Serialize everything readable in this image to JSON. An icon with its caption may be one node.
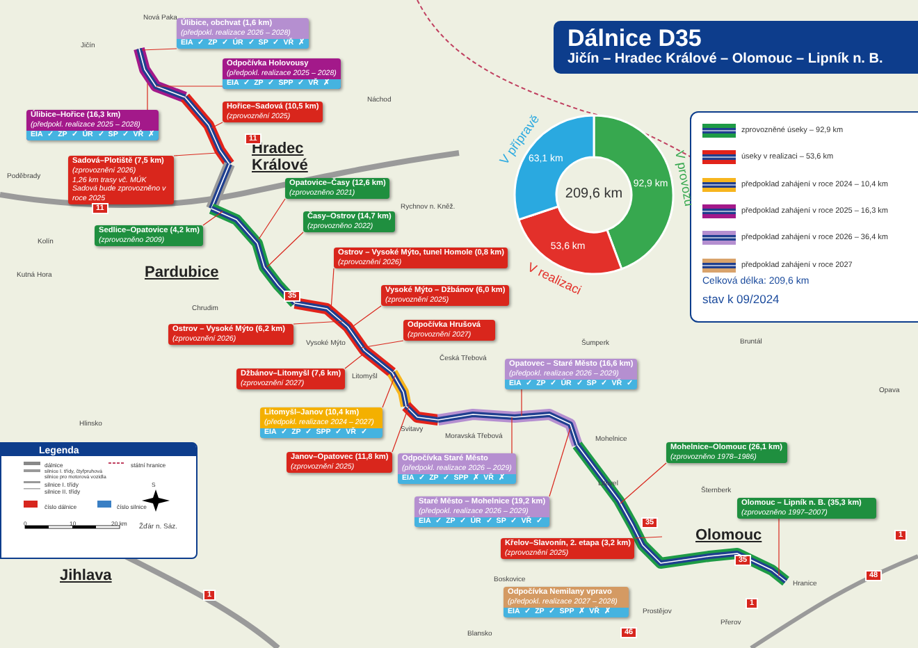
{
  "diagram": {
    "title": "Dálnice D35",
    "nodes": [
      {
        "text": [
          "Úlibice, obchvat (1,6 km)",
          "(předpokl. realizace 2026 – 2028)",
          "EIA ✓ ZP ✓ ÚR ✓ SP ✓ VŘ ✗"
        ]
      },
      {
        "text": [
          "Odpočívka Holovousy",
          "(předpokl. realizace 2025 – 2028)",
          "EIA ✓ ZP ✓ SPP ✓ VŘ ✗"
        ]
      },
      {
        "text": [
          "Hořice–Sadová (10,5 km)",
          "(zprovoznění 2025)"
        ]
      },
      {
        "text": [
          "Úlibice–Hořice (16,3 km)",
          "(předpokl. realizace 2025 – 2028)",
          "EIA ✓ ZP ✓ ÚR ✓ SP ✓ VŘ ✗"
        ]
      },
      {
        "text": [
          "Sadová–Plotiště (7,5 km)",
          "(zprovoznění 2026)",
          "1,26 km trasy vč. MÚK Sadová bude zprovozněno v roce 2025"
        ]
      },
      {
        "text": [
          "Opatovice–Časy (12,6 km)",
          "(zprovozněno 2021)"
        ]
      },
      {
        "text": [
          "Časy–Ostrov (14,7 km)",
          "(zprovozněno 2022)"
        ]
      },
      {
        "text": [
          "Sedlice–Opatovice (4,2 km)",
          "(zprovozněno 2009)"
        ]
      },
      {
        "text": [
          "Ostrov – Vysoké Mýto, tunel Homole (0,8 km)",
          "(zprovoznění 2026)"
        ]
      },
      {
        "text": [
          "Vysoké Mýto – Džbánov (6,0 km)",
          "(zprovoznění 2025)"
        ]
      },
      {
        "text": [
          "Odpočívka Hrušová",
          "(zprovoznění 2027)"
        ]
      },
      {
        "text": [
          "Ostrov – Vysoké Mýto (6,2 km)",
          "(zprovoznění 2026)"
        ]
      },
      {
        "text": [
          "Džbánov–Litomyšl (7,6 km)",
          "(zprovoznění 2027)"
        ]
      },
      {
        "text": [
          "Litomyšl–Janov (10,4 km)",
          "(předpokl. realizace 2024 – 2027)",
          "EIA ✓ ZP ✓ SPP ✓ VŘ ✓"
        ]
      },
      {
        "text": [
          "Janov–Opatovec (11,8 km)",
          "(zprovoznění 2025)"
        ]
      },
      {
        "text": [
          "Opatovec – Staré Město (16,6 km)",
          "(předpokl. realizace 2026 – 2029)",
          "EIA ✓ ZP ✓ ÚR ✓ SP ✓ VŘ ✓"
        ]
      },
      {
        "text": [
          "Odpočívka Staré Město",
          "(předpokl. realizace 2026 – 2029)",
          "EIA ✓ ZP ✓ SPP ✗ VŘ ✗"
        ]
      },
      {
        "text": [
          "Staré Město – Mohelnice (19,2 km)",
          "(předpokl. realizace 2026 – 2029)",
          "EIA ✓ ZP ✓ ÚR ✓ SP ✓ VŘ ✓"
        ]
      },
      {
        "text": [
          "Mohelnice–Olomouc (26,1 km)",
          "(zprovozněno 1978–1986)"
        ]
      },
      {
        "text": [
          "Olomouc – Lipník n. B. (35,3 km)",
          "(zprovozněno 1997–2007)"
        ]
      },
      {
        "text": [
          "Křelov–Slavonín, 2. etapa (3,2 km)",
          "(zprovoznění 2025)"
        ]
      },
      {
        "text": [
          "Odpočívka Nemilany vpravo",
          "(předpokl. realizace 2027 – 2028)",
          "EIA ✓ ZP ✓ SPP ✗ VŘ ✗"
        ]
      }
    ],
    "edges": [
      {
        "from": 0,
        "to": null,
        "arrow": "none"
      },
      {
        "from": 1,
        "to": null,
        "arrow": "none"
      },
      {
        "from": 2,
        "to": null,
        "arrow": "none"
      },
      {
        "from": 3,
        "to": null,
        "arrow": "none"
      },
      {
        "from": 4,
        "to": null,
        "arrow": "none"
      },
      {
        "from": 5,
        "to": null,
        "arrow": "none"
      },
      {
        "from": 6,
        "to": null,
        "arrow": "none"
      },
      {
        "from": 7,
        "to": null,
        "arrow": "none"
      },
      {
        "from": 8,
        "to": null,
        "arrow": "none"
      },
      {
        "from": 9,
        "to": null,
        "arrow": "none"
      },
      {
        "from": 10,
        "to": null,
        "arrow": "none"
      },
      {
        "from": 11,
        "to": null,
        "arrow": "none"
      },
      {
        "from": 12,
        "to": null,
        "arrow": "none"
      },
      {
        "from": 13,
        "to": null,
        "arrow": "none"
      },
      {
        "from": 14,
        "to": null,
        "arrow": "none"
      },
      {
        "from": 15,
        "to": null,
        "arrow": "none"
      },
      {
        "from": 16,
        "to": null,
        "arrow": "none"
      },
      {
        "from": 17,
        "to": null,
        "arrow": "none"
      },
      {
        "from": 18,
        "to": null,
        "arrow": "none"
      },
      {
        "from": 19,
        "to": null,
        "arrow": "none"
      },
      {
        "from": 20,
        "to": null,
        "arrow": "none"
      }
    ],
    "labels": [
      "Jičín – Hradec Králové – Olomouc – Lipník n. B.",
      "Celková délka: 209,6 km",
      "stav k 09/2024",
      "Hradec Králové",
      "Pardubice",
      "Olomouc",
      "Jihlava",
      "Jičín",
      "Nová Paka",
      "Náchod",
      "Kolín",
      "Kutná Hora",
      "Chrudim",
      "Poděbrady",
      "Rychnov n. Kněž.",
      "Litomyšl",
      "Vysoké Mýto",
      "Česká Třebová",
      "Svitavy",
      "Moravská Třebová",
      "Šumperk",
      "Mohelnice",
      "Litovel",
      "Šternberk",
      "Bruntál",
      "Opava",
      "Prostějov",
      "Přerov",
      "Hranice",
      "Hlinsko",
      "Žďár n. Sáz.",
      "Boskovice",
      "Blansko",
      "11",
      "11",
      "35",
      "35",
      "35",
      "1",
      "1",
      "1",
      "46",
      "48",
      "Legenda",
      "dálnice",
      "silnice I. třídy, čtyřpruhová silnice pro motorová vozidla",
      "silnice I. třídy",
      "silnice II. třídy",
      "státní hranice",
      "číslo dálnice",
      "číslo silnice",
      "S",
      "0",
      "10",
      "20 km"
    ],
    "legend": [
      {
        "text": "zprovozněné úseky – 92,9 km"
      },
      {
        "text": "úseky v realizaci – 53,6 km"
      },
      {
        "text": "předpoklad zahájení v roce 2024 – 10,4 km"
      },
      {
        "text": "předpoklad zahájení v roce 2025 – 16,3 km"
      },
      {
        "text": "předpoklad zahájení v roce 2026 – 36,4 km"
      },
      {
        "text": "předpoklad zahájení v roce 2027"
      }
    ],
    "chart_data": {
      "type": "donut",
      "categories": [
        "V provozu",
        "V realizaci",
        "V přípravě"
      ],
      "values": [
        92.9,
        53.6,
        63.1
      ],
      "value_labels": [
        "92,9 km",
        "53,6 km",
        "63,1 km"
      ],
      "annotations": [
        "209,6 km"
      ]
    }
  }
}
